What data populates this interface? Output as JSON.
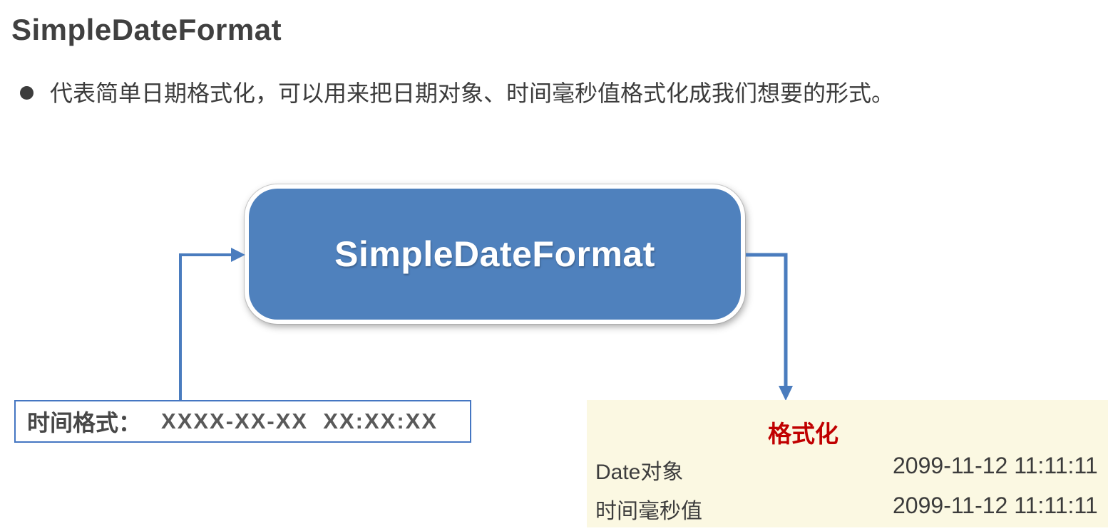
{
  "page": {
    "title": "SimpleDateFormat"
  },
  "bullet": {
    "text": "代表简单日期格式化，可以用来把日期对象、时间毫秒值格式化成我们想要的形式。"
  },
  "diagram": {
    "main_box": {
      "label": "SimpleDateFormat"
    },
    "pattern_box": {
      "label": "时间格式：",
      "pattern": "XXXX-XX-XX  XX:XX:XX"
    },
    "format_flow": {
      "heading": "格式化",
      "rows": [
        {
          "label": "Date对象",
          "value": "2099-11-12 11:11:11"
        },
        {
          "label": "时间毫秒值",
          "value": "2099-11-12 11:11:11"
        }
      ]
    },
    "colors": {
      "box_blue": "#4F81BD",
      "connector_blue": "#4A7CBE",
      "heading_red": "#C00000",
      "arrow_red": "#B22A1D",
      "result_bg": "#FBF8E2",
      "pattern_border_blue": "#4576C2"
    }
  }
}
